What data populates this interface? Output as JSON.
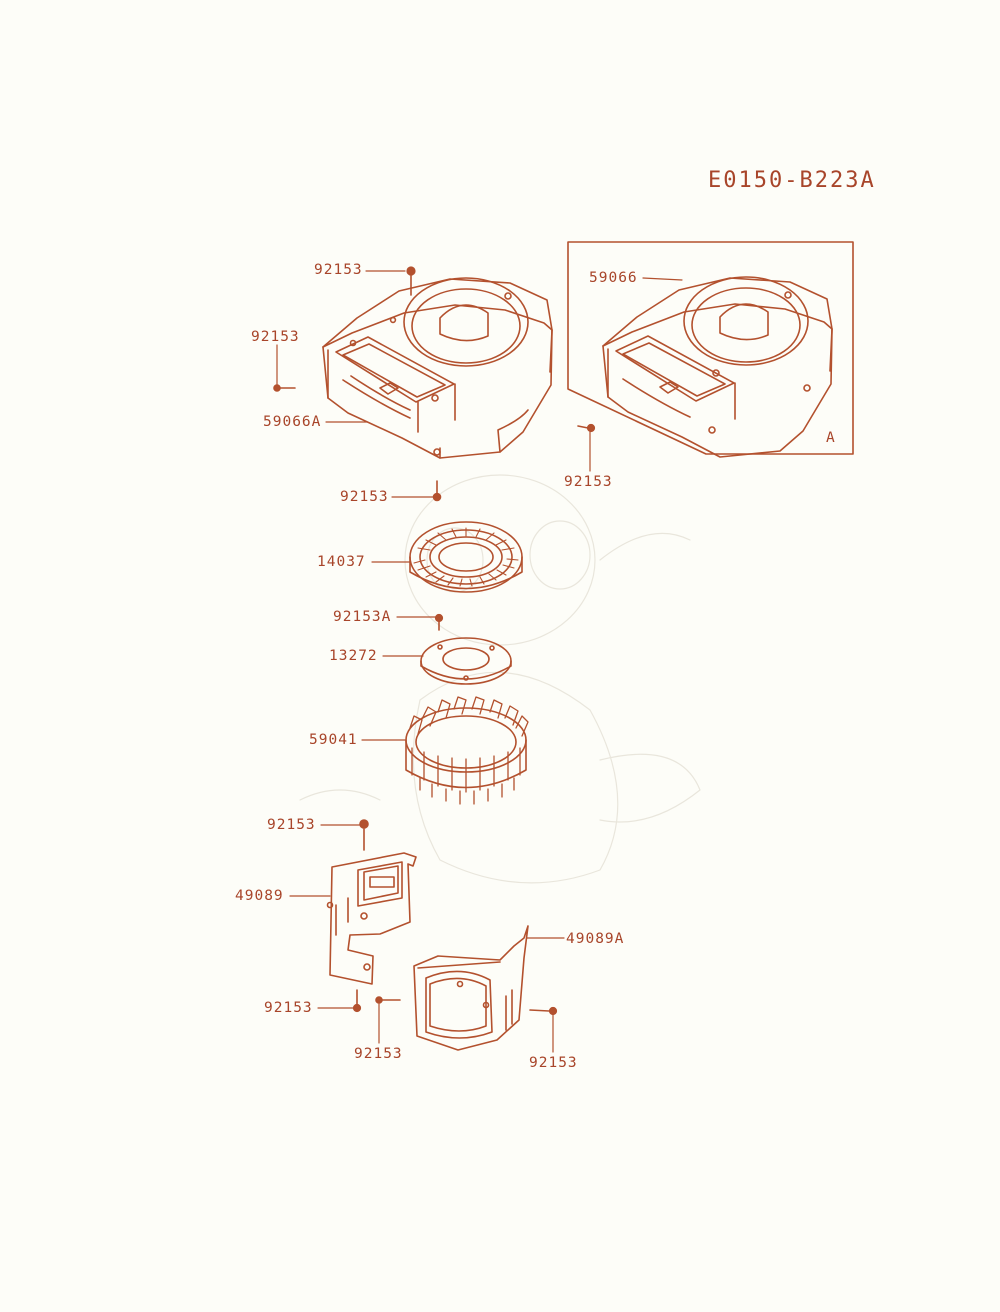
{
  "diagram_code": "E0150-B223A",
  "inset_letter": "A",
  "colors": {
    "line": "#b3512e",
    "text": "#a8452a",
    "background": "#fdfdf8"
  },
  "labels": {
    "l1": "92153",
    "l2": "92153",
    "l3": "59066A",
    "l4": "92153",
    "l5": "92153",
    "l6": "59066",
    "l7": "14037",
    "l8": "92153A",
    "l9": "13272",
    "l10": "59041",
    "l11": "92153",
    "l12": "49089",
    "l13": "92153",
    "l14": "92153",
    "l15": "49089A",
    "l16": "92153"
  }
}
